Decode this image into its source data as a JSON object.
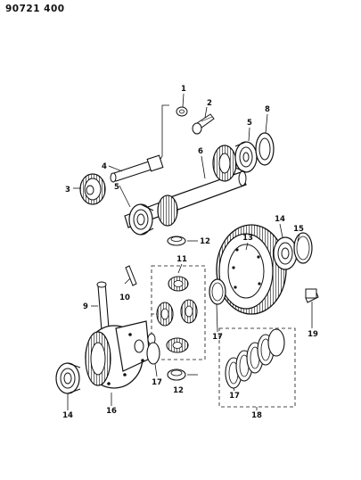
{
  "document": {
    "number": "90721 400"
  },
  "callouts": [
    {
      "id": "c1",
      "text": "1"
    },
    {
      "id": "c2",
      "text": "2"
    },
    {
      "id": "c3",
      "text": "3"
    },
    {
      "id": "c4",
      "text": "4"
    },
    {
      "id": "c5a",
      "text": "5"
    },
    {
      "id": "c5b",
      "text": "5"
    },
    {
      "id": "c6",
      "text": "6"
    },
    {
      "id": "c8",
      "text": "8"
    },
    {
      "id": "c9",
      "text": "9"
    },
    {
      "id": "c10",
      "text": "10"
    },
    {
      "id": "c11",
      "text": "11"
    },
    {
      "id": "c12a",
      "text": "12"
    },
    {
      "id": "c12b",
      "text": "12"
    },
    {
      "id": "c13",
      "text": "13"
    },
    {
      "id": "c14a",
      "text": "14"
    },
    {
      "id": "c14b",
      "text": "14"
    },
    {
      "id": "c15",
      "text": "15"
    },
    {
      "id": "c16",
      "text": "16"
    },
    {
      "id": "c17a",
      "text": "17"
    },
    {
      "id": "c17b",
      "text": "17"
    },
    {
      "id": "c17c",
      "text": "17"
    },
    {
      "id": "c18",
      "text": "18"
    },
    {
      "id": "c19",
      "text": "19"
    }
  ]
}
